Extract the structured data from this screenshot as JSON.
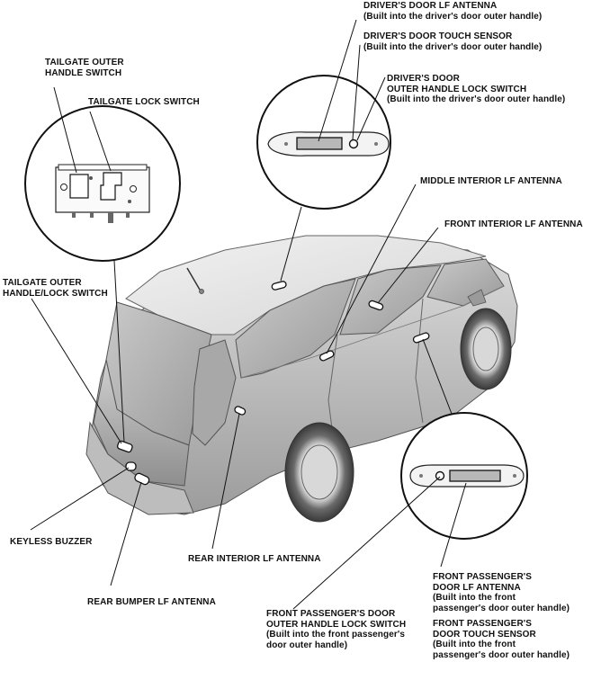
{
  "labels": {
    "driver_lf_antenna": {
      "line1": "DRIVER'S DOOR LF ANTENNA",
      "line2": "(Built into the driver's door outer handle)"
    },
    "driver_touch_sensor": {
      "line1": "DRIVER'S DOOR TOUCH SENSOR",
      "line2": "(Built into the driver's door outer handle)"
    },
    "driver_lock_switch": {
      "line1": "DRIVER'S DOOR",
      "line2": "OUTER HANDLE LOCK SWITCH",
      "line3": "(Built into the driver's door outer handle)"
    },
    "tailgate_outer_handle_switch": {
      "line1": "TAILGATE OUTER",
      "line2": "HANDLE SWITCH"
    },
    "tailgate_lock_switch": {
      "line1": "TAILGATE LOCK SWITCH"
    },
    "middle_interior_lf_antenna": {
      "line1": "MIDDLE INTERIOR LF ANTENNA"
    },
    "front_interior_lf_antenna": {
      "line1": "FRONT INTERIOR LF ANTENNA"
    },
    "tailgate_outer_handle_lock_switch": {
      "line1": "TAILGATE OUTER",
      "line2": "HANDLE/LOCK SWITCH"
    },
    "keyless_buzzer": {
      "line1": "KEYLESS BUZZER"
    },
    "rear_interior_lf_antenna": {
      "line1": "REAR INTERIOR LF ANTENNA"
    },
    "rear_bumper_lf_antenna": {
      "line1": "REAR BUMPER LF ANTENNA"
    },
    "front_passenger_lock_switch": {
      "line1": "FRONT PASSENGER'S DOOR",
      "line2": "OUTER HANDLE LOCK SWITCH",
      "line3": "(Built into the front passenger's",
      "line4": "door outer handle)"
    },
    "front_passenger_lf_antenna": {
      "line1": "FRONT PASSENGER'S",
      "line2": "DOOR LF ANTENNA",
      "line3": "(Built into the front",
      "line4": "passenger's door outer handle)"
    },
    "front_passenger_touch_sensor": {
      "line1": "FRONT PASSENGER'S",
      "line2": "DOOR TOUCH SENSOR",
      "line3": "(Built into the front",
      "line4": "passenger's door outer handle)"
    }
  },
  "colors": {
    "ink": "#111111",
    "body_light": "#e6e6e6",
    "body_mid": "#c8c8c8",
    "body_dark": "#8a8a8a",
    "glass": "#b5b5b5"
  }
}
